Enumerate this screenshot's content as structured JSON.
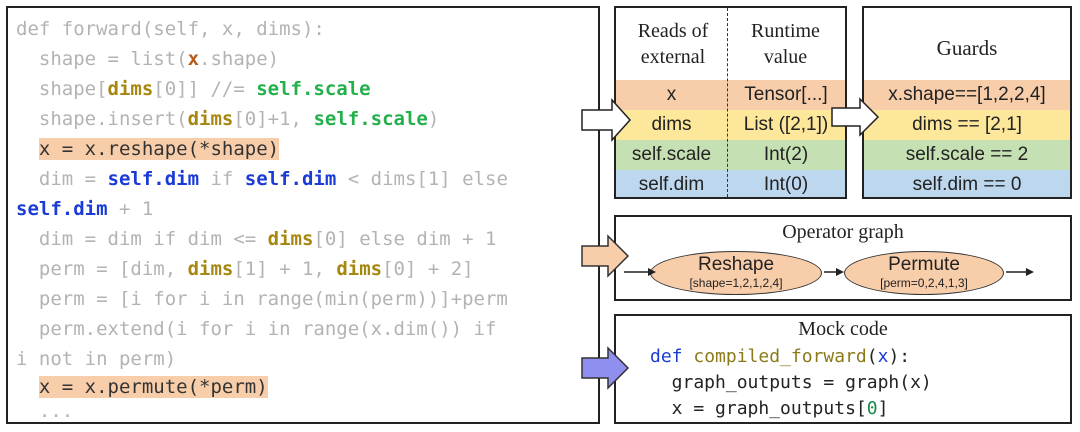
{
  "code": {
    "line1": "def forward(self, x, dims):",
    "line2_a": "  shape = list(",
    "line2_x": "x",
    "line2_b": ".shape)",
    "line3_a": "  shape[",
    "line3_dims": "dims",
    "line3_b": "[0]] //= ",
    "line3_scale": "self.scale",
    "line4_a": "  shape.insert(",
    "line4_dims": "dims",
    "line4_b": "[0]+1, ",
    "line4_scale": "self.scale",
    "line4_c": ")",
    "line5": "x = x.reshape(*shape)",
    "line6_a": "  dim = ",
    "line6_dim1": "self.dim",
    "line6_b": " if ",
    "line6_dim2": "self.dim",
    "line6_c": " < dims[1] else",
    "line7_dim": "self.dim",
    "line7_b": " + 1",
    "line8_a": "  dim = dim if dim <= ",
    "line8_dims": "dims",
    "line8_b": "[0] else dim + 1",
    "line9_a": "  perm = [dim, ",
    "line9_dims1": "dims",
    "line9_b": "[1] + 1, ",
    "line9_dims2": "dims",
    "line9_c": "[0] + 2]",
    "line10": "  perm = [i for i in range(min(perm))]+perm",
    "line11": "  perm.extend(i for i in range(x.dim()) if",
    "line12": "i not in perm)",
    "line13": "x = x.permute(*perm)",
    "line14": "  ..."
  },
  "reads": {
    "header_left": "Reads of external",
    "header_right": "Runtime value",
    "rows": [
      {
        "name": "x",
        "value": "Tensor[...]",
        "color": "#f8cdaa"
      },
      {
        "name": "dims",
        "value": "List ([2,1])",
        "color": "#fde79a"
      },
      {
        "name": "self.scale",
        "value": "Int(2)",
        "color": "#c5e0b3"
      },
      {
        "name": "self.dim",
        "value": "Int(0)",
        "color": "#bdd7ee"
      }
    ]
  },
  "guards": {
    "title": "Guards",
    "items": [
      {
        "text": "x.shape==[1,2,2,4]",
        "color": "#f8cdaa"
      },
      {
        "text": "dims == [2,1]",
        "color": "#fde79a"
      },
      {
        "text": "self.scale == 2",
        "color": "#c5e0b3"
      },
      {
        "text": "self.dim == 0",
        "color": "#bdd7ee"
      }
    ]
  },
  "graph": {
    "title": "Operator graph",
    "nodes": [
      {
        "name": "Reshape",
        "attr": "[shape=1,2,1,2,4]"
      },
      {
        "name": "Permute",
        "attr": "[perm=0,2,4,1,3]"
      }
    ]
  },
  "mock": {
    "title": "Mock code",
    "def_kw": "def",
    "fn_name": "compiled_forward",
    "open_paren": "(",
    "arg": "x",
    "close": "):",
    "line2": "  graph_outputs = graph(x)",
    "line3_a": "  x = graph_outputs[",
    "line3_num": "0",
    "line3_b": "]"
  },
  "colors": {
    "orange": "#f8cdaa",
    "yellow": "#fde79a",
    "green": "#c5e0b3",
    "blue": "#bdd7ee",
    "arrow_blue": "#8f8ff0"
  }
}
